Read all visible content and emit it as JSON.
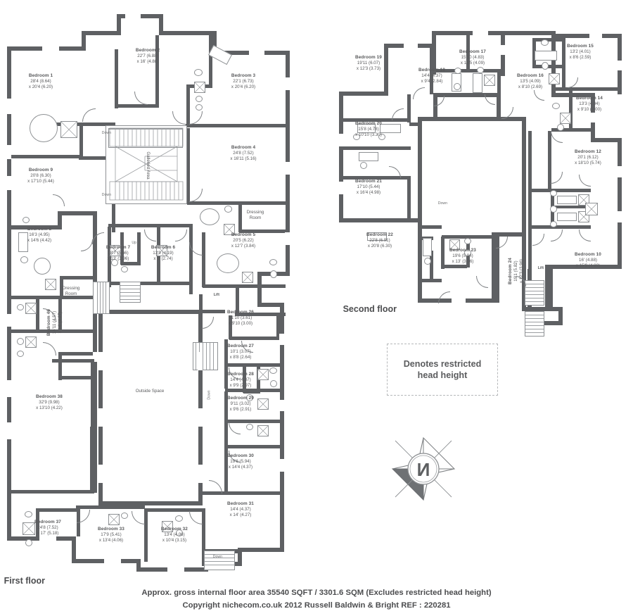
{
  "document": {
    "type": "architectural-floor-plan",
    "orientation_note": "entire drawing rendered mirrored (flipped horizontally)",
    "compass_label": "N",
    "footer_line_1": "Approx. gross internal floor area 35540 SQFT / 3301.6 SQM (Excludes restricted head height)",
    "footer_line_2": "Copyright nichecom.co.uk 2012 Russell Baldwin & Bright REF : 220281",
    "legend": {
      "label": "Denotes restricted\nhead height"
    }
  },
  "floors": [
    {
      "id": "second",
      "title": "Second floor"
    },
    {
      "id": "first",
      "title": "First floor"
    }
  ],
  "second_floor_rooms": [
    {
      "name": "Bedroom 15",
      "d1": "13'2 (4.01)",
      "d2": "x 8'6 (2.59)"
    },
    {
      "name": "Bedroom 16",
      "d1": "13'5 (4.09)",
      "d2": "x 8'10 (2.69)"
    },
    {
      "name": "Bedroom 14",
      "d1": "13'3 (4.04)",
      "d2": "x 9'10 (3.00)"
    },
    {
      "name": "Bedroom 12",
      "d1": "20'1 (6.12)",
      "d2": "x 18'10 (5.74)"
    },
    {
      "name": "Bedroom 10",
      "d1": "16' (4.88)",
      "d2": "x 15'9 (4.80)"
    },
    {
      "name": "Bedroom 17",
      "d1": "15'10 (4.83)",
      "d2": "x 13'5 (4.09)"
    },
    {
      "name": "Bedroom 18",
      "d1": "14'4 (4.37)",
      "d2": "x 9'4 (2.84)"
    },
    {
      "name": "Bedroom 19",
      "d1": "19'11 (6.07)",
      "d2": "x 12'3 (3.73)"
    },
    {
      "name": "Bedroom 20",
      "d1": "15'8 (4.78)",
      "d2": "x 10'10 (3.30)"
    },
    {
      "name": "Bedroom 21",
      "d1": "17'10 (5.44)",
      "d2": "x 16'4 (4.98)"
    },
    {
      "name": "Bedroom 22",
      "d1": "22'8 (6.91)",
      "d2": "x 20'8 (6.30)"
    },
    {
      "name": "Bedroom 23",
      "d1": "19'6 (5.94)",
      "d2": "x 13' (3.96)"
    },
    {
      "name": "Bedroom 24",
      "d1": "19'1 (5.82)",
      "d2": "x 12'3 (3.96)"
    }
  ],
  "first_floor_rooms": [
    {
      "name": "Bedroom 1",
      "d1": "28'4 (8.64)",
      "d2": "x 20'4 (6.20)"
    },
    {
      "name": "Bedroom 2",
      "d1": "22'7 (6.88)",
      "d2": "x 16' (4.88)"
    },
    {
      "name": "Bedroom 3",
      "d1": "22'1 (6.73)",
      "d2": "x 20'4 (6.20)"
    },
    {
      "name": "Bedroom 4",
      "d1": "24'8 (7.52)",
      "d2": "x 16'11 (5.16)"
    },
    {
      "name": "Bedroom 5",
      "d1": "20'5 (6.22)",
      "d2": "x 12'7 (3.84)"
    },
    {
      "name": "Bedroom 6",
      "d1": "13'9 (4.19)",
      "d2": "x 9' (2.74)"
    },
    {
      "name": "Bedroom 7",
      "d1": "18'7 (5.66)",
      "d2": "x 13' (3.96)"
    },
    {
      "name": "Bedroom 8",
      "d1": "16'3 (4.95)",
      "d2": "x 14'6 (4.42)"
    },
    {
      "name": "Bedroom 9",
      "d1": "20'8 (6.30)",
      "d2": "x 17'10 (5.44)"
    },
    {
      "name": "Bedroom 26",
      "d1": "11'10 (3.61)",
      "d2": "x 9'10 (3.00)"
    },
    {
      "name": "Bedroom 27",
      "d1": "10'1 (3.07)",
      "d2": "x 8'8 (2.64)"
    },
    {
      "name": "Bedroom 28",
      "d1": "14'4 (4.37)",
      "d2": "x 9'9 (2.97)"
    },
    {
      "name": "Bedroom 29",
      "d1": "9'11 (3.02)",
      "d2": "x 9'6 (2.91)"
    },
    {
      "name": "Bedroom 30",
      "d1": "19'6 (5.94)",
      "d2": "x 14'4 (4.37)"
    },
    {
      "name": "Bedroom 31",
      "d1": "14'4 (4.37)",
      "d2": "x 14' (4.27)"
    },
    {
      "name": "Bedroom 32",
      "d1": "13'4 (4.06)",
      "d2": "x 10'4 (3.15)"
    },
    {
      "name": "Bedroom 33",
      "d1": "17'9 (5.41)",
      "d2": "x 13'4 (4.06)"
    },
    {
      "name": "Bedroom 37",
      "d1": "24'8 (7.52)",
      "d2": "x 17' (5.18)"
    },
    {
      "name": "Bedroom 38",
      "d1": "32'9 (9.98)",
      "d2": "x 13'10 (4.22)"
    },
    {
      "name": "Bedroom 46",
      "d1": "14'11 (4.57)",
      "d2": "x 14' (4.27)"
    }
  ],
  "other_spaces": [
    {
      "name": "Dressing\nRoom"
    },
    {
      "name": "Dressing\nRoom"
    },
    {
      "name": "Galleried Area"
    },
    {
      "name": "Outside Space"
    }
  ],
  "annotations": {
    "lift": "Lift",
    "up": "Up",
    "down": "Down",
    "galleried": "Galleried Area",
    "outside": "Outside Space",
    "dressing": "Dressing Room"
  }
}
